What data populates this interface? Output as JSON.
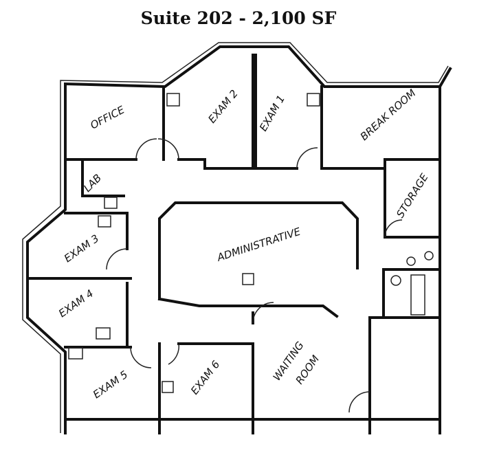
{
  "title": "Suite 202 - 2,100 SF",
  "rooms": {
    "office": "OFFICE",
    "exam2": "EXAM 2",
    "exam1": "EXAM 1",
    "break_room": "BREAK ROOM",
    "lab": "LAB",
    "storage": "STORAGE",
    "exam3": "EXAM 3",
    "administrative": "ADMINISTRATIVE",
    "exam4": "EXAM 4",
    "exam5": "EXAM 5",
    "exam6": "EXAM 6",
    "waiting": "WAITING",
    "room": "ROOM"
  }
}
